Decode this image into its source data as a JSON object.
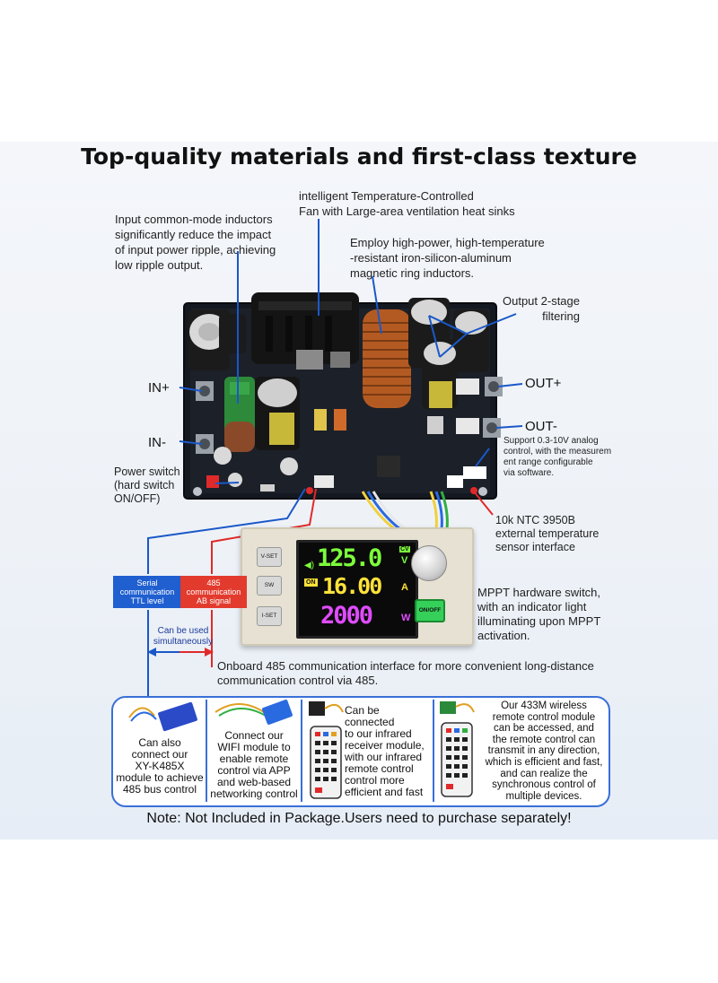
{
  "title": "Top-quality materials and first-class texture",
  "callouts": {
    "fan": "intelligent Temperature-Controlled\nFan with Large-area ventilation heat sinks",
    "inductors": "Input common-mode inductors\nsignificantly reduce the impact\nof input power ripple, achieving\nlow ripple output.",
    "ring": "Employ high-power, high-temperature\n-resistant iron-silicon-aluminum\nmagnetic ring inductors.",
    "filter": "Output 2-stage\nfiltering",
    "analog": "Support 0.3-10V analog\ncontrol, with the measurem\nent range configurable\nvia software.",
    "power_switch": "Power switch\n(hard switch\nON/OFF)",
    "ntc": "10k NTC 3950B\n external temperature\nsensor interface",
    "mppt": "MPPT hardware switch,\nwith an indicator light\nilluminating upon MPPT\nactivation.",
    "onboard485": "Onboard 485 communication interface for more convenient long-distance\ncommunication control via 485."
  },
  "terminals": {
    "in_plus": "IN+",
    "in_minus": "IN-",
    "out_plus": "OUT+",
    "out_minus": "OUT-"
  },
  "badges": {
    "serial": "Serial\ncommunication\nTTL level",
    "rs485": "485\ncommunication\nAB signal",
    "simultaneous": "Can be used\nsimultaneously"
  },
  "device": {
    "voltage": "125.0",
    "voltage_unit": "V",
    "cv": "CV",
    "on": "ON",
    "current": "16.00",
    "current_unit": "A",
    "power": "2000",
    "power_unit": "W",
    "vset": "V-SET",
    "sw": "SW",
    "iset": "I-SET",
    "onoff": "ON/OFF"
  },
  "features": [
    {
      "text": "Can also\nconnect our\nXY-K485X\nmodule to achieve\n485 bus control"
    },
    {
      "text": "Connect our\nWIFI module to\nenable remote\ncontrol via APP\nand web-based\nnetworking control"
    },
    {
      "text": "Can be\nconnected\nto our infrared\nreceiver module,\nwith our infrared\nremote control\ncontrol more\nefficient and fast"
    },
    {
      "text": "Our 433M wireless\nremote control module\ncan be accessed, and\nthe remote control can\ntransmit in any direction,\nwhich is efficient and fast,\n and can realize the\nsynchronous control of\nmultiple devices."
    }
  ],
  "footer": "Note: Not Included in Package.Users need to purchase separately!",
  "colors": {
    "blue_badge": "#1f5fd0",
    "red_badge": "#e23b2e",
    "feature_border": "#3a6fd8",
    "lcd_green": "#7dff3c",
    "lcd_yellow": "#ffe23a",
    "lcd_magenta": "#e04cff"
  }
}
